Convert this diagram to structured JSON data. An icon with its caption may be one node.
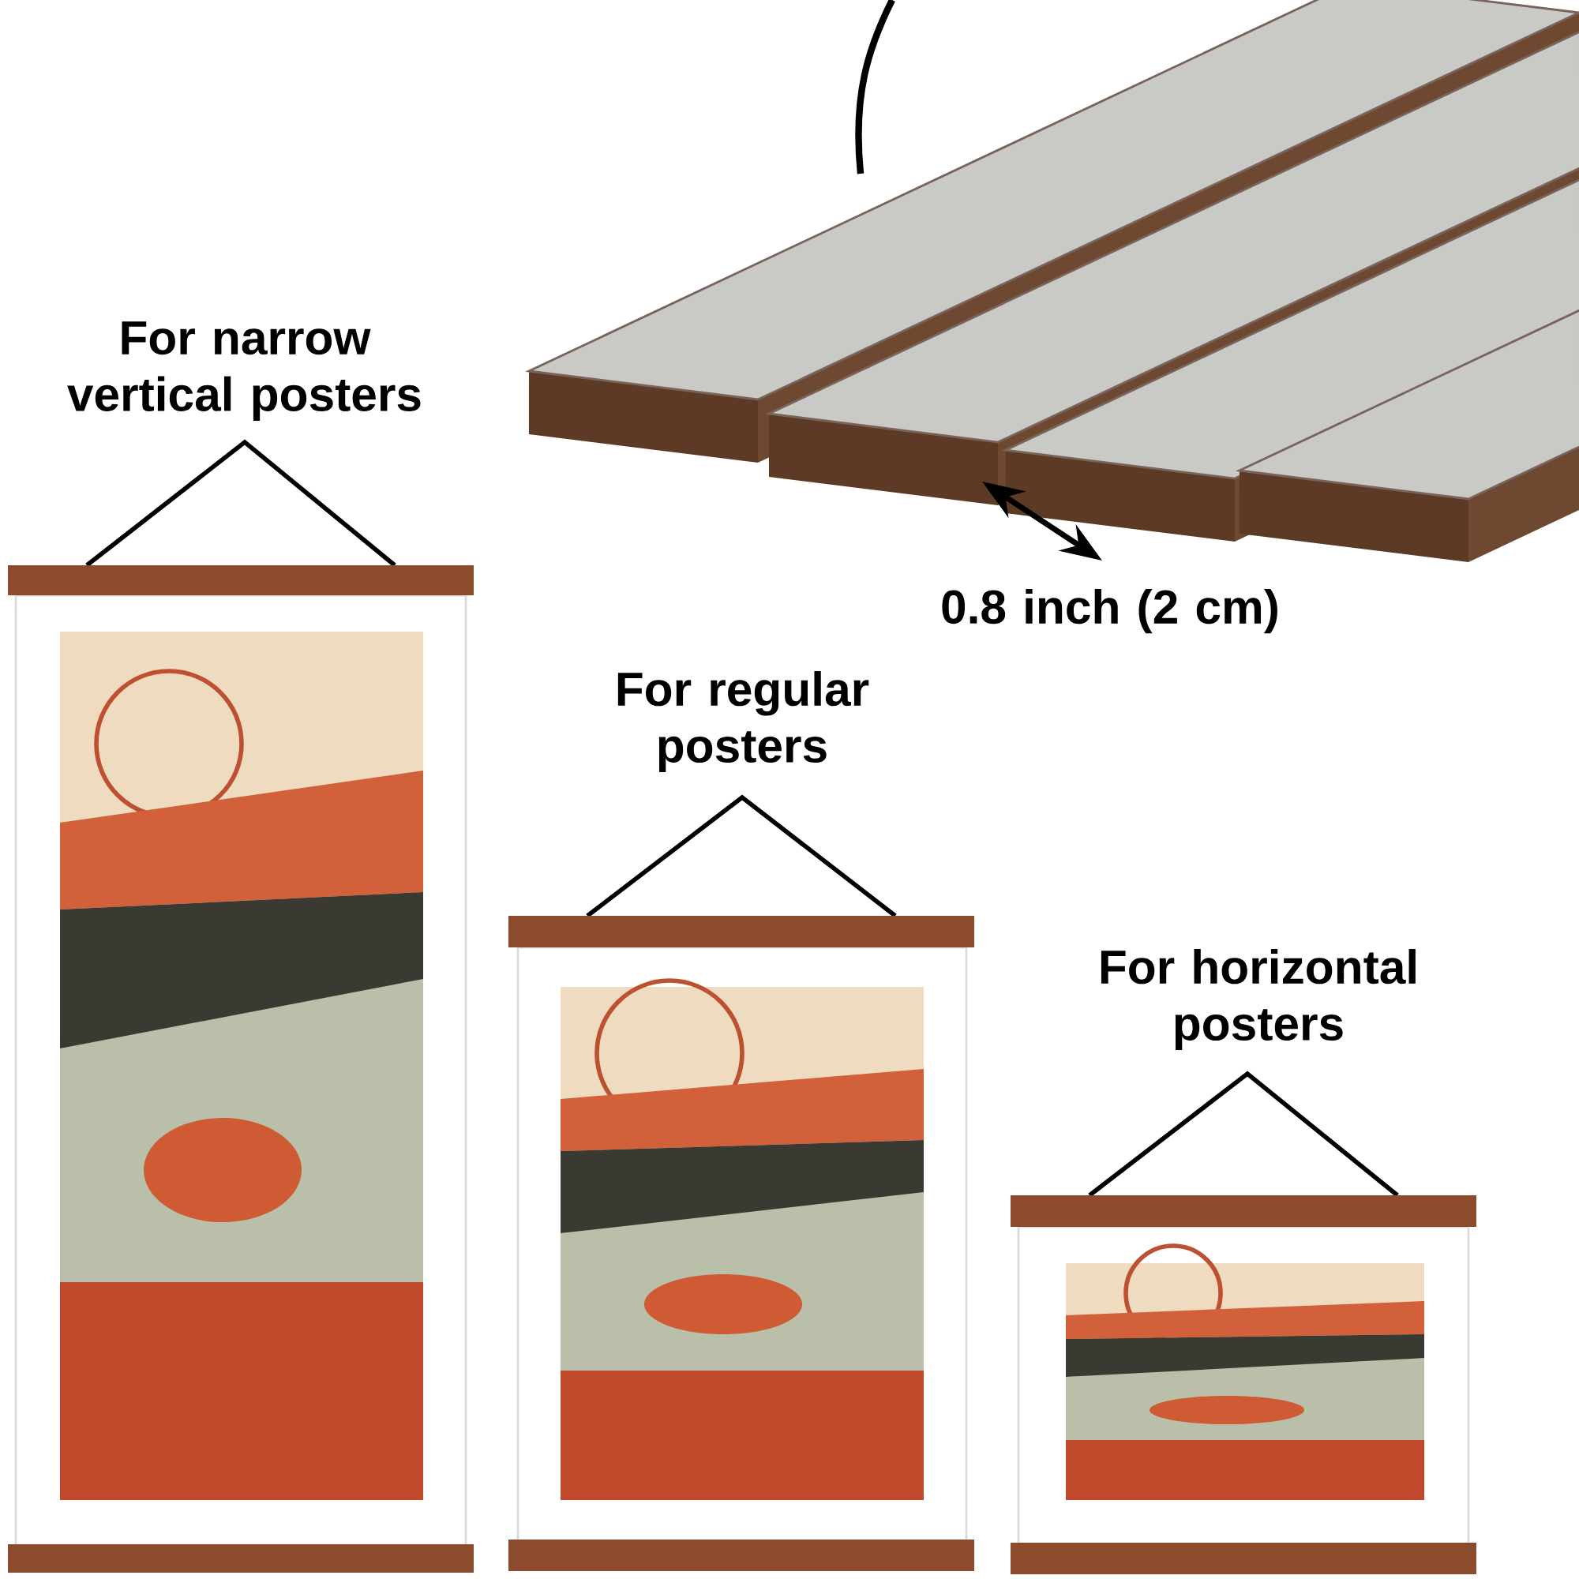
{
  "diagram": {
    "labels": [
      "For narrow vertical posters",
      "0.8 inch (2 cm)",
      "For regular posters",
      "For horizontal posters"
    ]
  }
}
